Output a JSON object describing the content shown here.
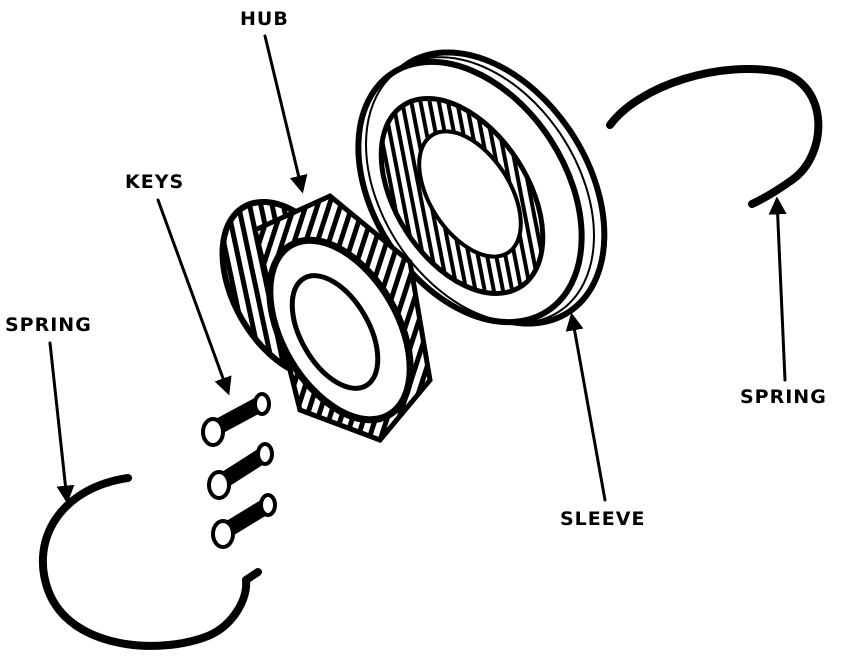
{
  "labels": {
    "hub": "HUB",
    "keys": "KEYS",
    "spring_left": "SPRING",
    "spring_right": "SPRING",
    "sleeve": "SLEEVE"
  }
}
